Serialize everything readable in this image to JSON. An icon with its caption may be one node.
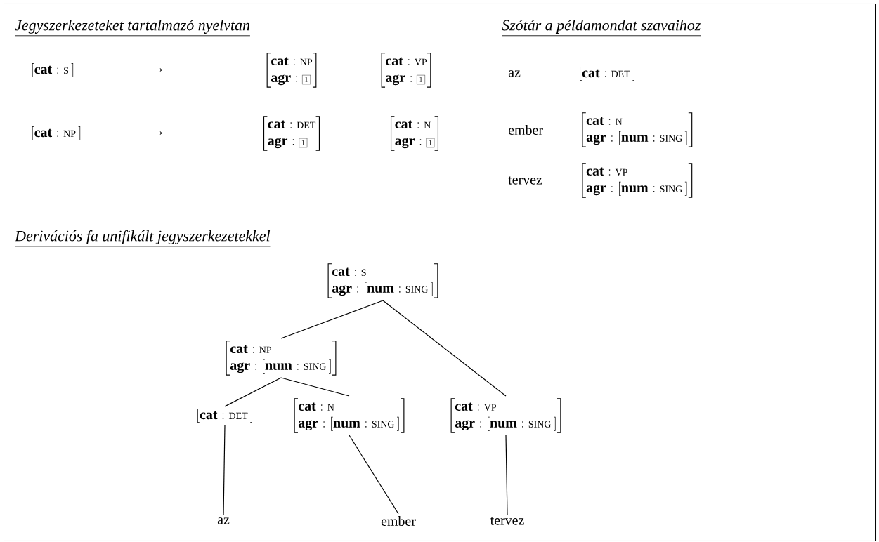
{
  "diagram": {
    "nodes": [
      {
        "text": [
          "Jegyszerkezeteket tartalmazó nyelvtan",
          "\\left[\\mathbf{cat} : \\mathrm{\\scriptstyle S}\\,\\right]",
          "→",
          "\\left[\\begin{array}{@{}l@{}}\\mathbf{cat} : \\mathrm{\\scriptstyle NP}\\\\ \\mathbf{agr} : \\boxed{\\scriptscriptstyle 1}\\end{array}\\right]",
          "\\left[\\begin{array}{@{}l@{}}\\mathbf{cat} : \\mathrm{\\scriptstyle VP}\\\\ \\mathbf{agr} : \\boxed{\\scriptscriptstyle 1}\\end{array}\\right]",
          "\\left[\\mathbf{cat} : \\mathrm{\\scriptstyle NP}\\,\\right]",
          "→",
          "\\left[\\begin{array}{@{}l@{}}\\mathbf{cat} : \\mathrm{\\scriptstyle DET}\\\\ \\mathbf{agr} : \\boxed{\\scriptscriptstyle 1}\\end{array}\\right]",
          "\\left[\\begin{array}{@{}l@{}}\\mathbf{cat} : \\mathrm{\\scriptstyle N}\\\\ \\mathbf{agr} : \\boxed{\\scriptscriptstyle 1}\\end{array}\\right]"
        ]
      },
      {
        "text": [
          "Szótár a példamondat szavaihoz",
          "az",
          "\\left[\\mathbf{cat} : \\mathrm{\\scriptstyle DET}\\,\\right]",
          "ember",
          "\\left[\\begin{array}{@{}l@{}}\\mathbf{cat} : \\mathrm{\\scriptstyle N}\\\\ \\mathbf{agr} : \\left[\\mathbf{num} : \\mathrm{\\scriptstyle SING}\\,\\right]\\end{array}\\right]",
          "tervez",
          "\\left[\\begin{array}{@{}l@{}}\\mathbf{cat} : \\mathrm{\\scriptstyle VP}\\\\ \\mathbf{agr} : \\left[\\mathbf{num} : \\mathrm{\\scriptstyle SING}\\,\\right]\\end{array}\\right]"
        ]
      },
      {
        "text": [
          "Derivációs fa unifikált jegyszerkezetekkel"
        ]
      },
      {
        "text": [
          "\\left[\\begin{array}{@{}l@{}}\\mathbf{cat} : \\mathrm{\\scriptstyle S}\\\\ \\mathbf{agr} : \\left[\\mathbf{num} : \\mathrm{\\scriptstyle SING}\\,\\right]\\end{array}\\right]"
        ],
        "in": 2
      },
      {
        "text": [
          "\\left[\\begin{array}{@{}l@{}}\\mathbf{cat} : \\mathrm{\\scriptstyle NP}\\\\ \\mathbf{agr} : \\left[\\mathbf{num} : \\mathrm{\\scriptstyle SING}\\,\\right]\\end{array}\\right]"
        ],
        "in": 2
      },
      {
        "text": [
          "\\left[\\mathbf{cat} : \\mathrm{\\scriptstyle DET}\\,\\right]"
        ],
        "in": 2
      },
      {
        "text": [
          "\\left[\\begin{array}{@{}l@{}}\\mathbf{cat} : \\mathrm{\\scriptstyle N}\\\\ \\mathbf{agr} : \\left[\\mathbf{num} : \\mathrm{\\scriptstyle SING}\\,\\right]\\end{array}\\right]"
        ],
        "in": 2
      },
      {
        "text": [
          "\\left[\\begin{array}{@{}l@{}}\\mathbf{cat} : \\mathrm{\\scriptstyle VP}\\\\ \\mathbf{agr} : \\left[\\mathbf{num} : \\mathrm{\\scriptstyle SING}\\,\\right]\\end{array}\\right]"
        ],
        "in": 2
      },
      {
        "text": [
          "az"
        ],
        "in": 2
      },
      {
        "text": [
          "ember"
        ],
        "in": 2
      },
      {
        "text": [
          "tervez"
        ],
        "in": 2
      }
    ],
    "edges": [
      {
        "from": 3,
        "to": 4,
        "arrow": "none"
      },
      {
        "from": 3,
        "to": 7,
        "arrow": "none"
      },
      {
        "from": 4,
        "to": 5,
        "arrow": "none"
      },
      {
        "from": 4,
        "to": 6,
        "arrow": "none"
      },
      {
        "from": 5,
        "to": 8,
        "arrow": "none"
      },
      {
        "from": 6,
        "to": 9,
        "arrow": "none"
      },
      {
        "from": 7,
        "to": 10,
        "arrow": "none"
      }
    ]
  }
}
